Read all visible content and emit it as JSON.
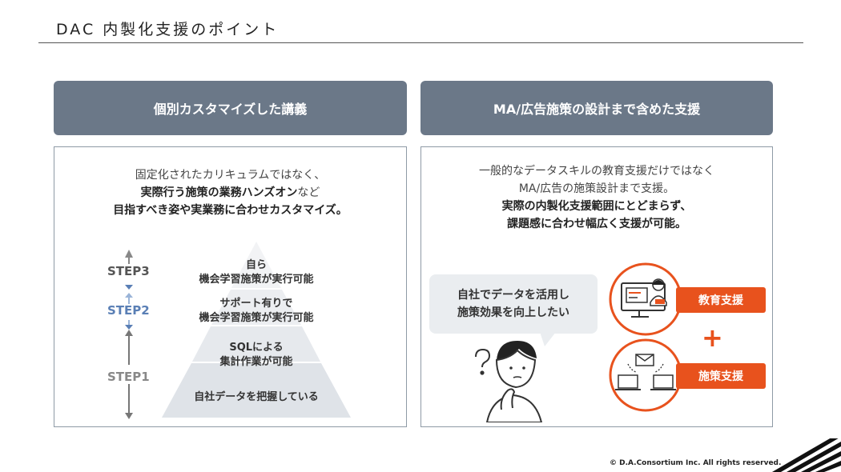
{
  "slide": {
    "title": "DAC 内製化支援のポイント"
  },
  "left_panel": {
    "heading": "個別カスタマイズした講義",
    "desc_line1": "固定化されたカリキュラムではなく、",
    "desc_line2_bold": "実際行う施策の業務ハンズオン",
    "desc_line2_rest": "など",
    "desc_line3": "目指すべき姿や実業務に合わせカスタマイズ。",
    "steps": {
      "step3": "STEP3",
      "step2": "STEP2",
      "step1": "STEP1"
    },
    "pyramid": {
      "level4_line1": "自ら",
      "level4_line2": "機会学習施策が実行可能",
      "level3_line1": "サポート有りで",
      "level3_line2": "機会学習施策が実行可能",
      "level2_line1": "SQLによる",
      "level2_line2": "集計作業が可能",
      "level1": "自社データを把握している"
    }
  },
  "right_panel": {
    "heading": "MA/広告施策の設計まで含めた支援",
    "desc_line1": "一般的なデータスキルの教育支援だけではなく",
    "desc_line2": "MA/広告の施策設計まで支援。",
    "desc_line3": "実際の内製化支援範囲にとどまらず、",
    "desc_line4": "課題感に合わせ幅広く支援が可能。",
    "bubble_line1": "自社でデータを活用し",
    "bubble_line2": "施策効果を向上したい",
    "pill_education": "教育支援",
    "plus": "+",
    "pill_measures": "施策支援"
  },
  "footer": {
    "copyright": "© D.A.Consortium Inc. All rights reserved."
  },
  "colors": {
    "header_bg": "#6b7888",
    "accent_orange": "#e8521d",
    "step2_blue": "#5a7fb5",
    "step_gray": "#888888"
  }
}
